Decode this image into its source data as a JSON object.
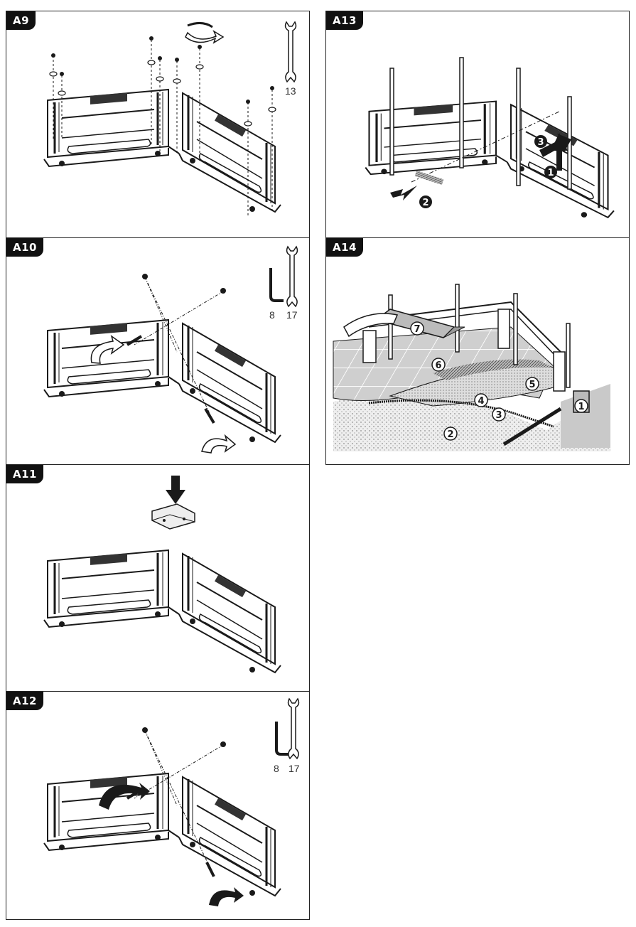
{
  "panels": {
    "a9": {
      "label": "A9",
      "tool": "13"
    },
    "a10": {
      "label": "A10",
      "tool_hex": "8",
      "tool_wrench": "17"
    },
    "a11": {
      "label": "A11"
    },
    "a12": {
      "label": "A12",
      "tool_hex": "8",
      "tool_wrench": "17"
    },
    "a13": {
      "label": "A13",
      "steps": [
        "1",
        "2",
        "3"
      ]
    },
    "a14": {
      "label": "A14",
      "layers": [
        "1",
        "2",
        "3",
        "4",
        "5",
        "6",
        "7"
      ]
    }
  },
  "colors": {
    "ink": "#1a1a1a",
    "tile": "#d9d9d9",
    "gravel": "#e6e6e6"
  }
}
